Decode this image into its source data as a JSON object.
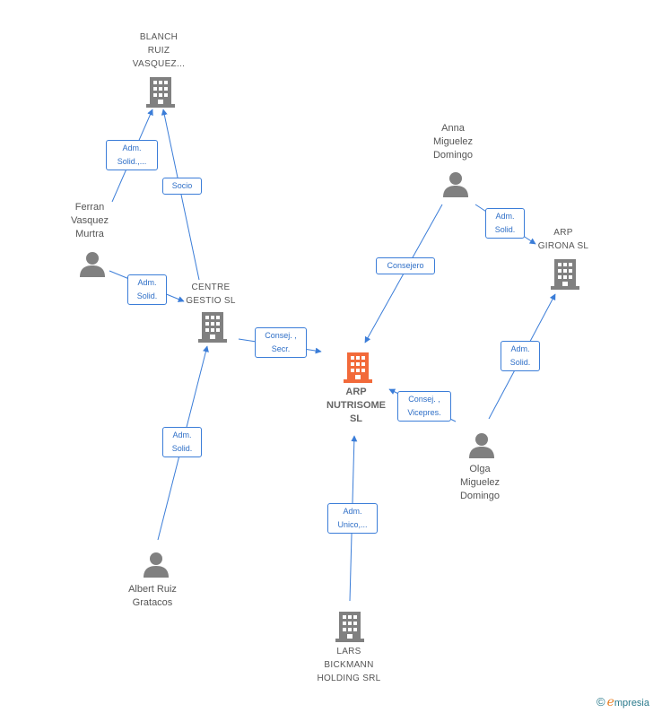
{
  "colors": {
    "edge": "#3b7dd8",
    "icon_gray": "#808080",
    "focus_orange": "#f26a3a"
  },
  "nodes": {
    "blanch": {
      "label": "BLANCH\nRUIZ\nVASQUEZ...",
      "kind": "company"
    },
    "ferran": {
      "label": "Ferran\nVasquez\nMurtra",
      "kind": "person"
    },
    "centre": {
      "label": "CENTRE\nGESTIO  SL",
      "kind": "company"
    },
    "anna": {
      "label": "Anna\nMiguelez\nDomingo",
      "kind": "person"
    },
    "arp_girona": {
      "label": "ARP\nGIRONA SL",
      "kind": "company"
    },
    "arp_nutrisome": {
      "label": "ARP\nNUTRISOME\nSL",
      "kind": "focus-company"
    },
    "olga": {
      "label": "Olga\nMiguelez\nDomingo",
      "kind": "person"
    },
    "albert": {
      "label": "Albert Ruiz\nGratacos",
      "kind": "person"
    },
    "lars": {
      "label": "LARS\nBICKMANN\nHOLDING SRL",
      "kind": "company"
    }
  },
  "edges": [
    {
      "id": "ferran-blanch",
      "label": "Adm.\nSolid.,..."
    },
    {
      "id": "centre-blanch",
      "label": "Socio"
    },
    {
      "id": "ferran-centre",
      "label": "Adm.\nSolid."
    },
    {
      "id": "centre-arp",
      "label": "Consej. ,\nSecr."
    },
    {
      "id": "anna-arp",
      "label": "Consejero"
    },
    {
      "id": "anna-girona",
      "label": "Adm.\nSolid."
    },
    {
      "id": "olga-girona",
      "label": "Adm.\nSolid."
    },
    {
      "id": "olga-arp",
      "label": "Consej. ,\nVicepres."
    },
    {
      "id": "albert-centre",
      "label": "Adm.\nSolid."
    },
    {
      "id": "lars-arp",
      "label": "Adm.\nUnico,..."
    }
  ],
  "brand": {
    "copyright": "©",
    "name_first": "e",
    "name_rest": "mpresia"
  }
}
